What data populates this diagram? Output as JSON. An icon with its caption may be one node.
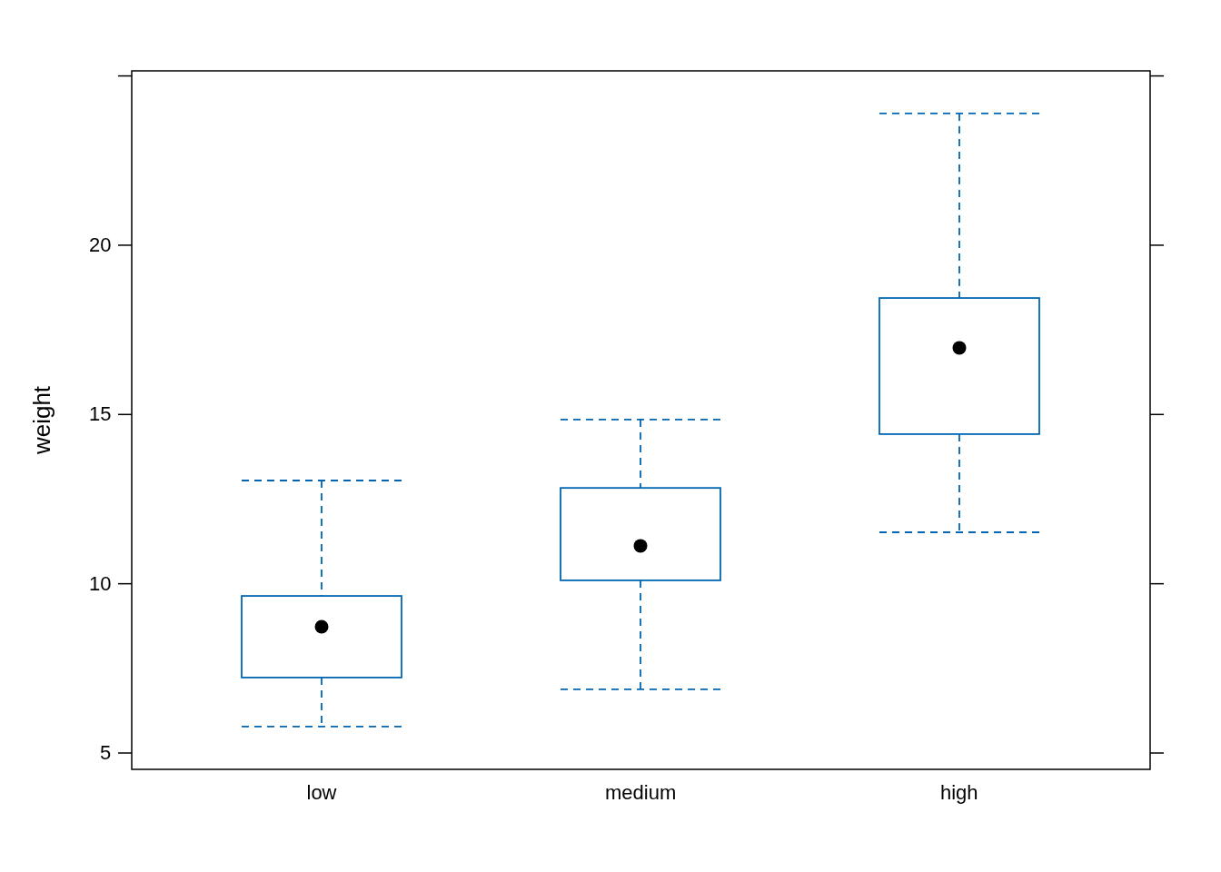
{
  "diagram": {
    "labels": [
      "20",
      "15",
      "10",
      "5",
      "weight",
      "low",
      "medium",
      "high"
    ]
  }
}
